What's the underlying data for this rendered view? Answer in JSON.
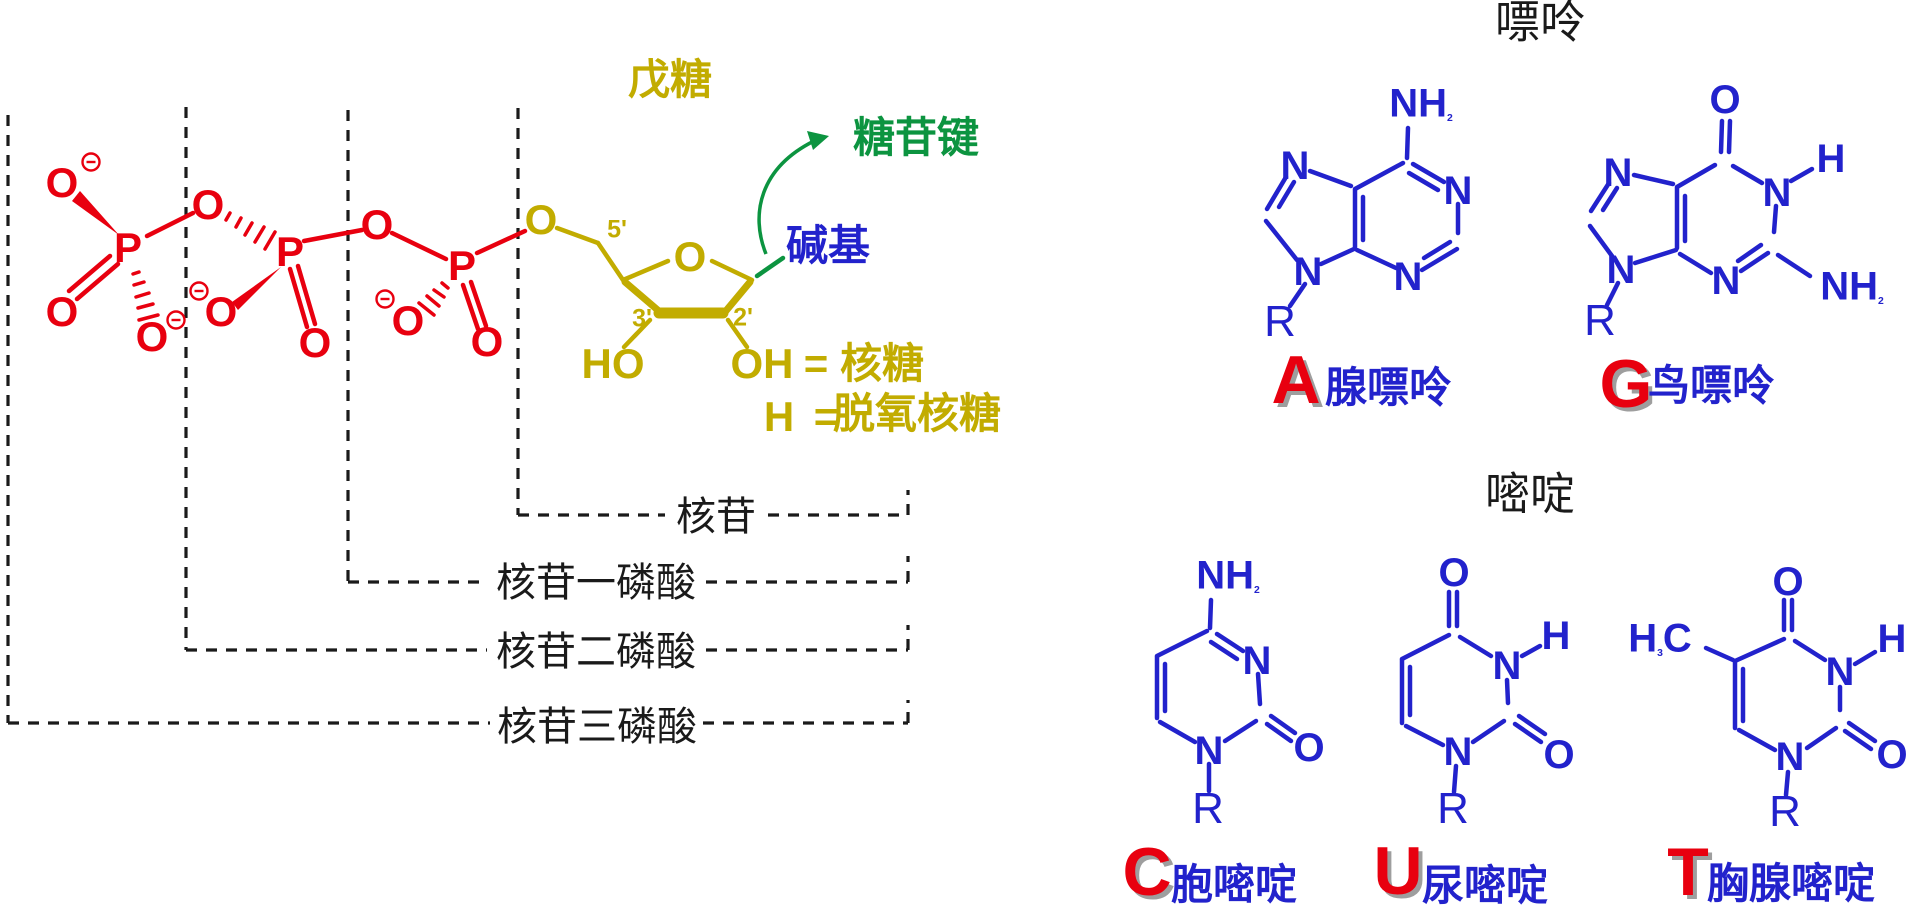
{
  "colors": {
    "red": "#e8000f",
    "blue": "#2222cc",
    "yellow": "#c2ac00",
    "green": "#0c9440",
    "black": "#1a1a1a"
  },
  "sym": {
    "P": "P",
    "O": "O",
    "N": "N",
    "H": "H",
    "R": "R",
    "C": "C",
    "NH": "NH",
    "two": "2",
    "three": "3",
    "HO": "HO",
    "OH": "OH",
    "eq": "="
  },
  "sugar": {
    "pentose": "戊糖",
    "glycosidic_bond": "糖苷键",
    "base": "碱基",
    "ribose": "核糖",
    "deoxyribose": "脱氧核糖",
    "five_prime": "5'",
    "three_prime": "3'",
    "two_prime": "2'"
  },
  "brackets": {
    "nucleoside": "核苷",
    "monophosphate": "核苷一磷酸",
    "diphosphate": "核苷二磷酸",
    "triphosphate": "核苷三磷酸"
  },
  "right": {
    "purine_title": "嘌呤",
    "pyrimidine_title": "嘧啶",
    "bases": [
      {
        "letter": "A",
        "name": "腺嘌呤"
      },
      {
        "letter": "G",
        "name": "鸟嘌呤"
      },
      {
        "letter": "C",
        "name": "胞嘧啶"
      },
      {
        "letter": "U",
        "name": "尿嘧啶"
      },
      {
        "letter": "T",
        "name": "胸腺嘧啶"
      }
    ]
  }
}
